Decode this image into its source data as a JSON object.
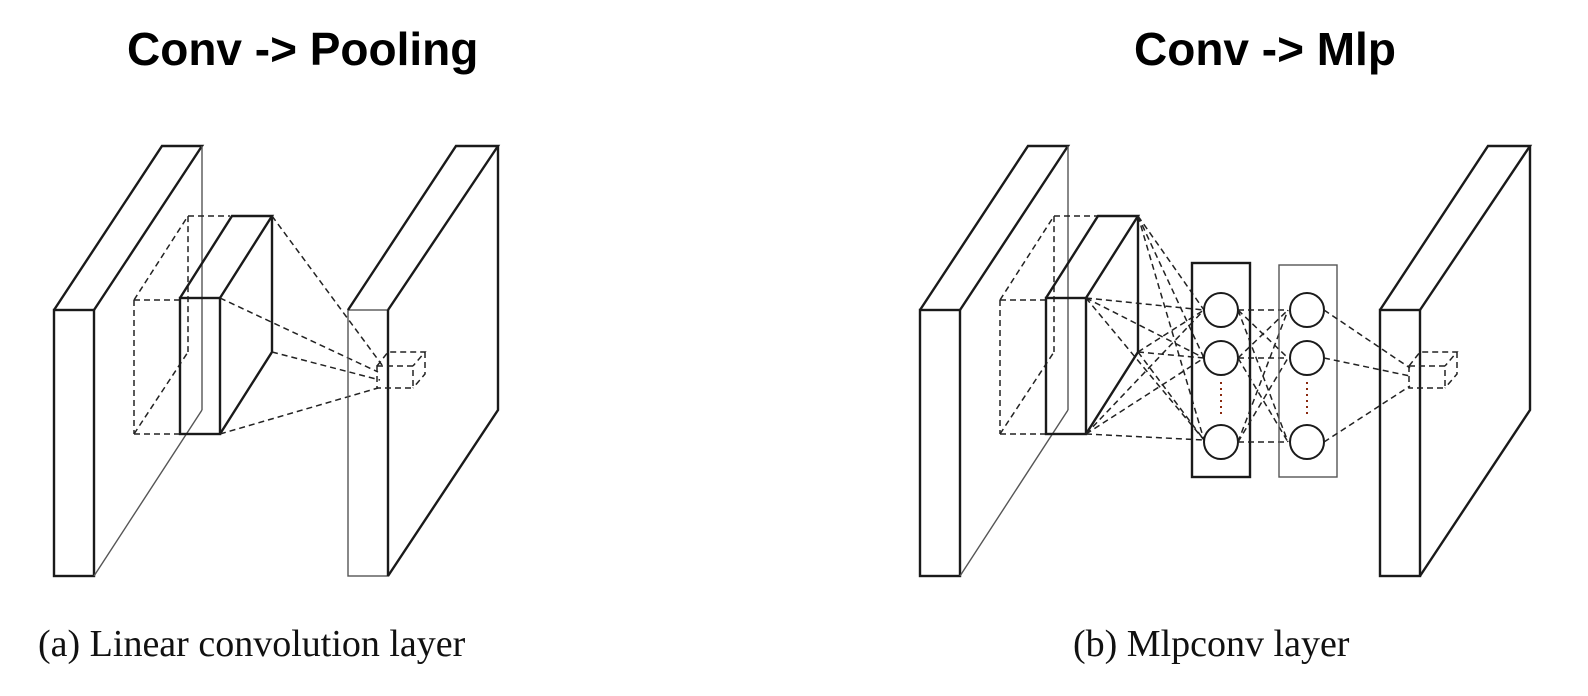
{
  "panels": [
    {
      "heading": "Conv -> Pooling",
      "caption": "(a) Linear convolution layer"
    },
    {
      "heading": "Conv -> Mlp",
      "caption": "(b) Mlpconv layer"
    }
  ]
}
